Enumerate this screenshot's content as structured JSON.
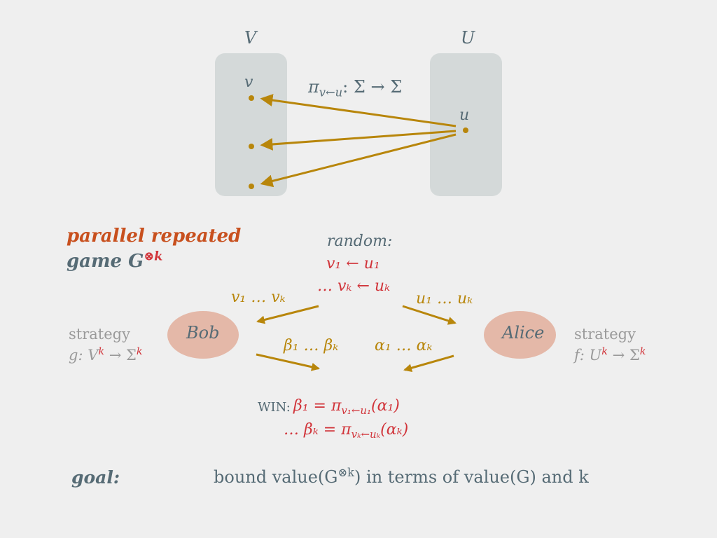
{
  "sets": {
    "left_label": "V",
    "right_label": "U",
    "v_label": "v",
    "u_label": "u",
    "projection_label": "π",
    "projection_sub": "v←u",
    "projection_map": ": Σ → Σ"
  },
  "title": {
    "line1": "parallel repeated",
    "line2": "game G",
    "line2_sup": "⊗k"
  },
  "random": {
    "label": "random:",
    "line1": "v₁ ← u₁",
    "line2": "… vₖ ← uₖ"
  },
  "messages": {
    "to_bob": "v₁ … vₖ",
    "to_alice": "u₁ … uₖ",
    "from_bob": "β₁ … βₖ",
    "from_alice": "α₁ … αₖ"
  },
  "players": {
    "bob": "Bob",
    "alice": "Alice"
  },
  "strategies": {
    "bob_label": "strategy",
    "bob_formula": "g: V",
    "bob_sup1": "k",
    "bob_arrow": " → Σ",
    "bob_sup2": "k",
    "alice_label": "strategy",
    "alice_formula": "f: U",
    "alice_sup1": "k",
    "alice_arrow": " → Σ",
    "alice_sup2": "k"
  },
  "win": {
    "label": "WIN:",
    "line1": "β₁ = π",
    "line1_sub": "v₁←u₁",
    "line1_tail": "(α₁)",
    "line2": "… βₖ = π",
    "line2_sub": "vₖ←uₖ",
    "line2_tail": "(αₖ)"
  },
  "goal": {
    "label": "goal:",
    "text_a": "bound value(G",
    "text_sup": "⊗k",
    "text_b": ") in terms of value(G) and k"
  },
  "colors": {
    "background": "#efefef",
    "set_box": "#d4d9d9",
    "player_ellipse": "#e4b8a8",
    "arrow_gold": "#b8860b",
    "slate_text": "#566b75",
    "red_text": "#d1343a",
    "orange_text": "#c8501e",
    "grey_text": "#9a9a9a"
  }
}
